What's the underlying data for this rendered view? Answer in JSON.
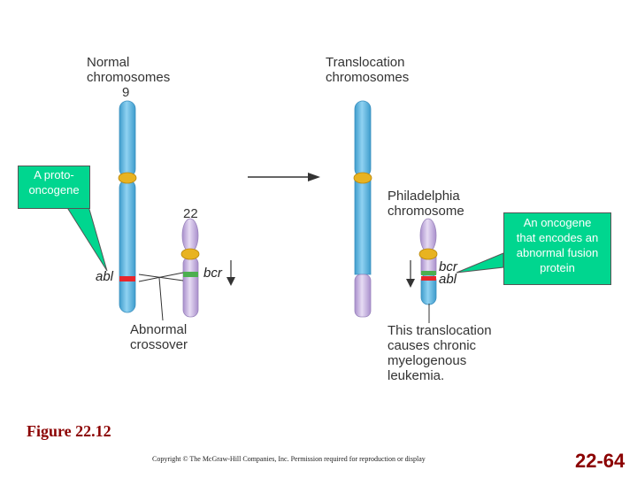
{
  "labels": {
    "normal_line1": "Normal",
    "normal_line2": "chromosomes",
    "chrom9": "9",
    "chrom22": "22",
    "translocation_line1": "Translocation",
    "translocation_line2": "chromosomes",
    "philadelphia_line1": "Philadelphia",
    "philadelphia_line2": "chromosome",
    "crossover_line1": "Abnormal",
    "crossover_line2": "crossover",
    "result_line1": "This translocation",
    "result_line2": "causes chronic",
    "result_line3": "myelogenous",
    "result_line4": "leukemia."
  },
  "genes": {
    "abl": "abl",
    "bcr": "bcr",
    "bcr_fused": "bcr",
    "abl_fused": "abl"
  },
  "callouts": {
    "proto_line1": "A proto-",
    "proto_line2": "oncogene",
    "onco_line1": "An oncogene",
    "onco_line2": "that encodes an",
    "onco_line3": "abnormal fusion",
    "onco_line4": "protein"
  },
  "footer": {
    "figure": "Figure 22.12",
    "copyright": "Copyright © The McGraw-Hill Companies, Inc. Permission required for reproduction or display",
    "page": "22-64"
  },
  "colors": {
    "chrom_blue": "#5bb6e0",
    "chrom_purple": "#c9b3e0",
    "centromere": "#e8b321",
    "abl_red": "#e8262b",
    "bcr_green": "#4caf50",
    "callout_green": "#00d68f",
    "title_red": "#8b0000"
  }
}
